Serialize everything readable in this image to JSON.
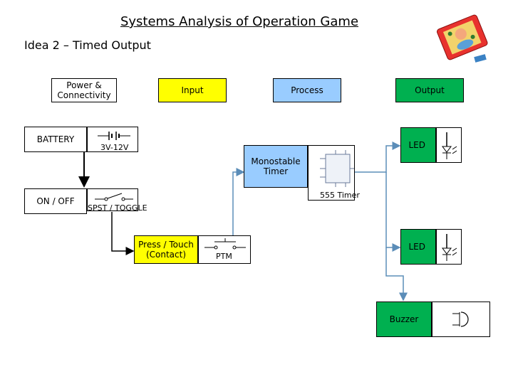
{
  "title": "Systems Analysis of Operation Game",
  "subtitle": "Idea 2 – Timed Output",
  "headers": {
    "power": "Power & Connectivity",
    "input": "Input",
    "process": "Process",
    "output": "Output"
  },
  "blocks": {
    "battery": "BATTERY",
    "battery_voltage": "3V-12V",
    "on_off": "ON / OFF",
    "switch_type": "SPST / TOGGLE",
    "press_touch": "Press / Touch (Contact)",
    "ptm": "PTM",
    "monostable": "Monostable Timer",
    "timer_555": "555 Timer",
    "led_1": "LED",
    "led_2": "LED",
    "buzzer": "Buzzer"
  },
  "colors": {
    "input": "#ffff00",
    "process": "#99ccff",
    "output": "#00b050",
    "wire": "#000000",
    "output_wire": "#5b8db8"
  },
  "icons": [
    "battery-symbol-icon",
    "toggle-switch-symbol-icon",
    "push-switch-symbol-icon",
    "ic-chip-icon",
    "led-symbol-icon",
    "buzzer-symbol-icon",
    "operation-game-icon"
  ]
}
